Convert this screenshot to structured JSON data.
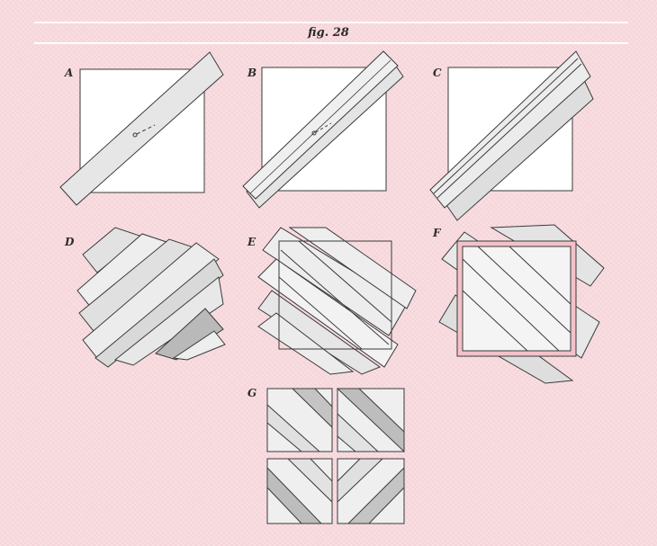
{
  "figure": {
    "title": "fig. 28"
  },
  "panels": [
    {
      "label": "A"
    },
    {
      "label": "B"
    },
    {
      "label": "C"
    },
    {
      "label": "D"
    },
    {
      "label": "E"
    },
    {
      "label": "F"
    },
    {
      "label": "G"
    }
  ],
  "colors": {
    "background": "#f6d6da",
    "foundation": "#ffffff",
    "strip_light": "#e6e6e6",
    "strip_mid": "#cfcfcf",
    "strip_dark": "#b9b9b9",
    "outline": "#3a3a3a",
    "frame": "#f2c2c8"
  }
}
